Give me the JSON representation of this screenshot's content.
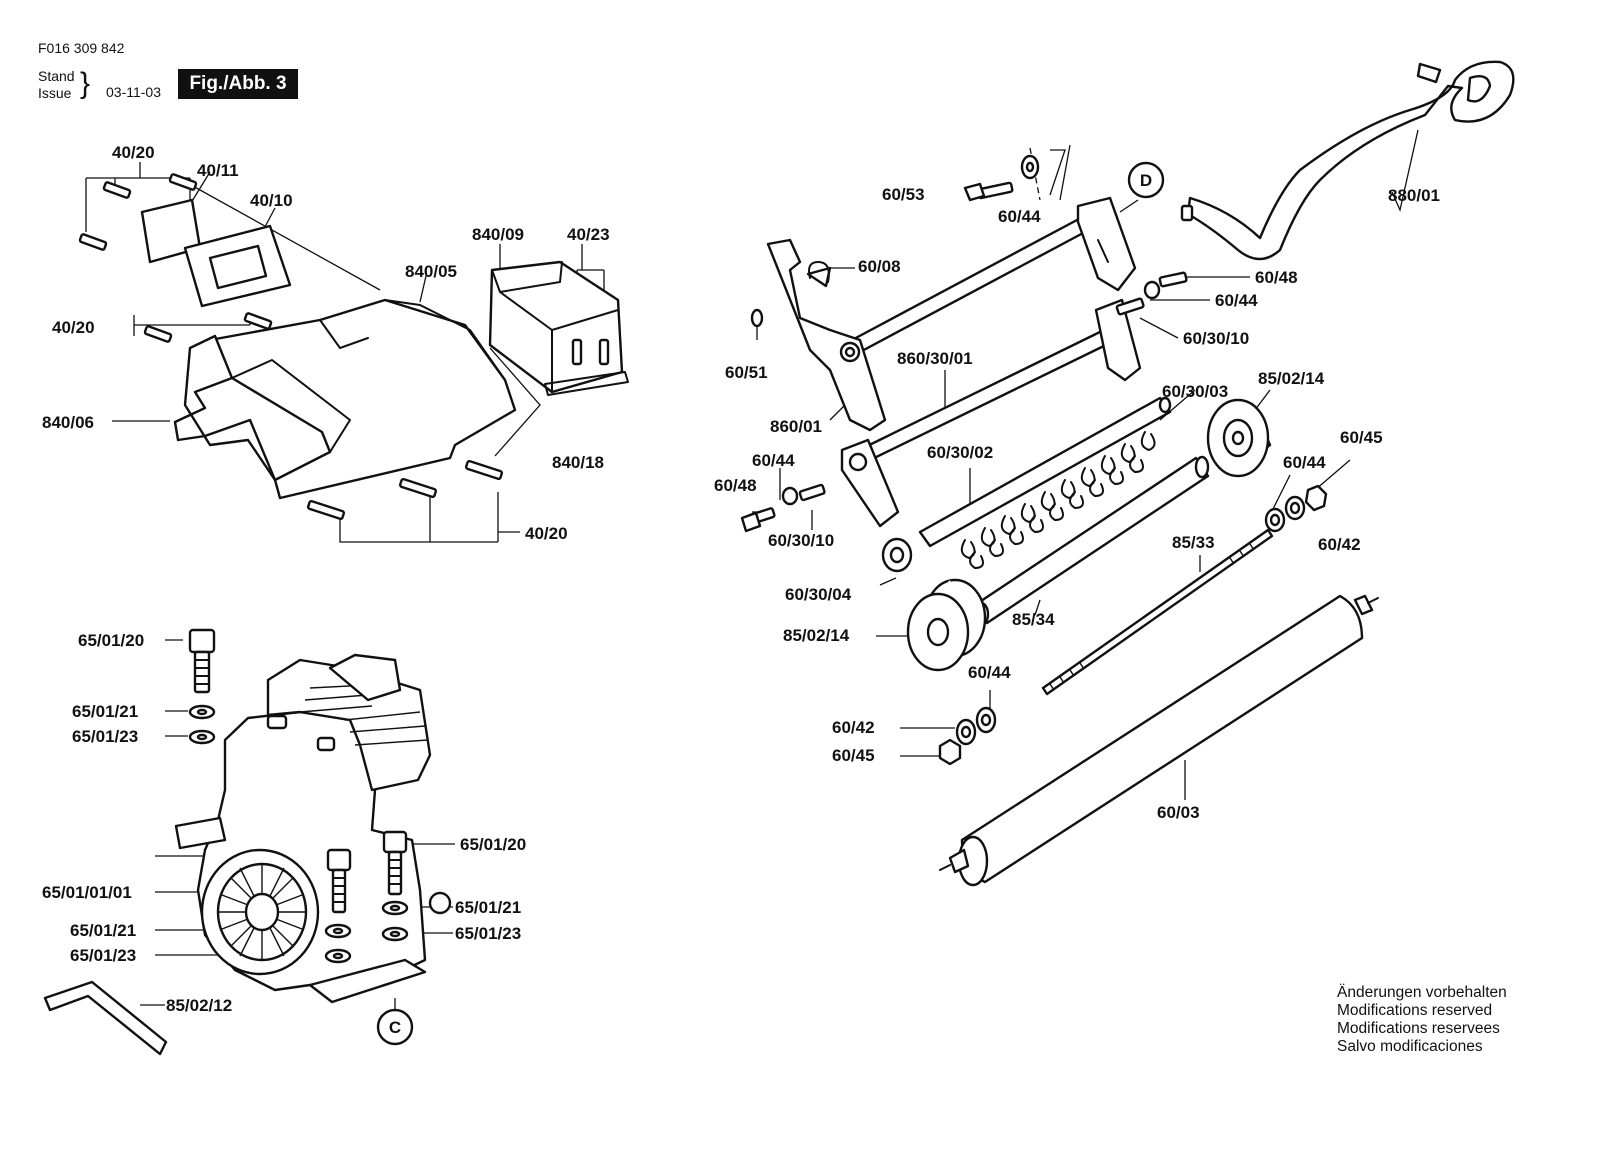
{
  "header": {
    "part_number": "F016 309 842",
    "stand_label": "Stand",
    "issue_label": "Issue",
    "date": "03-11-03",
    "figure": "Fig./Abb. 3"
  },
  "notes": [
    "Änderungen vorbehalten",
    "Modifications reserved",
    "Modifications reservees",
    "Salvo modificaciones"
  ],
  "callouts": {
    "c": "C",
    "d": "D"
  },
  "labels": {
    "l40_20_a": "40/20",
    "l40_11": "40/11",
    "l40_10": "40/10",
    "l840_09": "840/09",
    "l40_23": "40/23",
    "l840_05": "840/05",
    "l40_20_b": "40/20",
    "l840_06": "840/06",
    "l840_18": "840/18",
    "l40_20_c": "40/20",
    "l65_01_20_a": "65/01/20",
    "l65_01_21_a": "65/01/21",
    "l65_01_23_a": "65/01/23",
    "l65_01_20_b": "65/01/20",
    "l65_01_01_01": "65/01/01/01",
    "l65_01_21_b": "65/01/21",
    "l65_01_21_c": "65/01/21",
    "l65_01_23_b": "65/01/23",
    "l65_01_23_c": "65/01/23",
    "l85_02_12": "85/02/12",
    "l60_53": "60/53",
    "l60_44_a": "60/44",
    "l880_01": "880/01",
    "l60_08": "60/08",
    "l60_48_a": "60/48",
    "l60_44_b": "60/44",
    "l60_30_10_a": "60/30/10",
    "l60_51": "60/51",
    "l860_30_01": "860/30/01",
    "l860_01": "860/01",
    "l60_30_03": "60/30/03",
    "l85_02_14_a": "85/02/14",
    "l60_44_c": "60/44",
    "l60_30_02": "60/30/02",
    "l60_48_b": "60/48",
    "l60_30_10_b": "60/30/10",
    "l60_45_a": "60/45",
    "l60_44_d": "60/44",
    "l60_42_a": "60/42",
    "l85_33": "85/33",
    "l60_30_04": "60/30/04",
    "l85_34": "85/34",
    "l85_02_14_b": "85/02/14",
    "l60_44_e": "60/44",
    "l60_42_b": "60/42",
    "l60_45_b": "60/45",
    "l60_03": "60/03"
  }
}
